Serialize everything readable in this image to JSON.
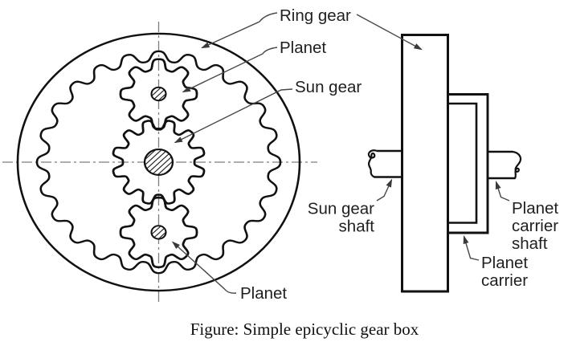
{
  "figure": {
    "caption": "Figure: Simple epicyclic gear box"
  },
  "front_view": {
    "labels": {
      "ring_gear": "Ring gear",
      "planet_top": "Planet",
      "sun_gear": "Sun gear",
      "planet_bottom": "Planet"
    },
    "gears": {
      "ring_teeth": 24,
      "sun_teeth": 12,
      "planet_teeth": 8,
      "planet_count": 2
    }
  },
  "side_view": {
    "labels": {
      "sun_gear_shaft": [
        "Sun gear",
        "shaft"
      ],
      "planet_carrier_shaft": [
        "Planet",
        "carrier",
        "shaft"
      ],
      "planet_carrier": [
        "Planet",
        "carrier"
      ]
    }
  },
  "colors": {
    "ink": "#111111",
    "leader": "#474747",
    "centerline": "#7d7d7d",
    "background": "#ffffff",
    "text": "#1f1f1f"
  }
}
